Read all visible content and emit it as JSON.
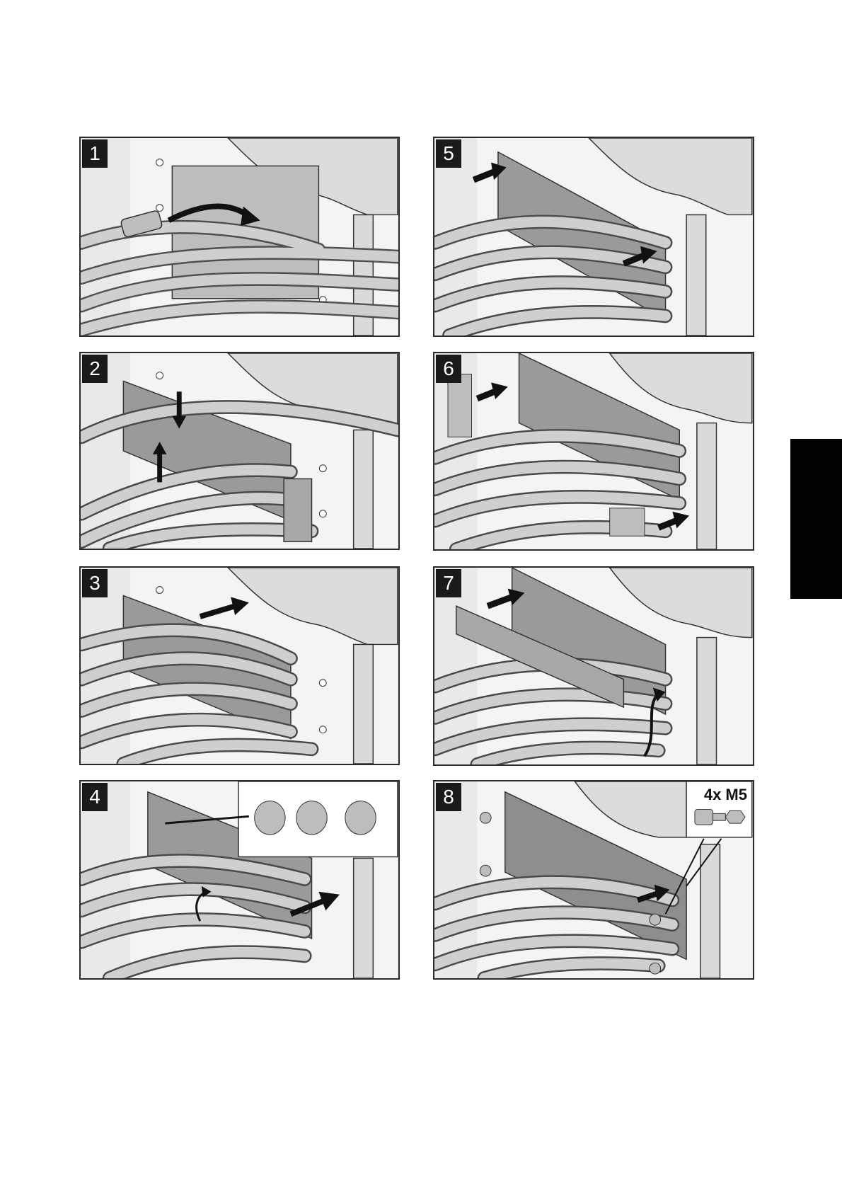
{
  "steps": [
    {
      "number": "1"
    },
    {
      "number": "2"
    },
    {
      "number": "3"
    },
    {
      "number": "4"
    },
    {
      "number": "5"
    },
    {
      "number": "6"
    },
    {
      "number": "7"
    },
    {
      "number": "8"
    }
  ],
  "hardware": {
    "label": "4x M5"
  },
  "colors": {
    "panel_bg": "#e9e9e9",
    "wall": "#f4f4f4",
    "cable": "#c9c9c9",
    "cable_edge": "#4a4a4a",
    "frame": "#8e8e8e",
    "arrow": "#111111",
    "badge": "#1a1a1a",
    "side_tab": "#000000"
  }
}
